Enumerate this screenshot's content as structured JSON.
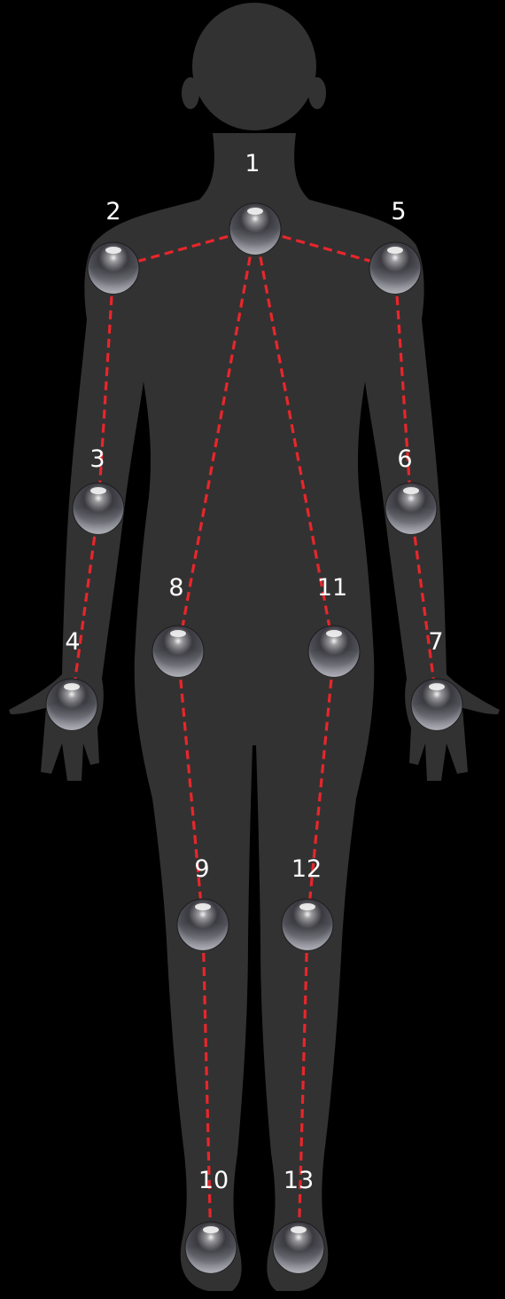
{
  "colors": {
    "background": "#000000",
    "silhouette": "#323232",
    "bone_line": "#e8262b",
    "label": "#ffffff"
  },
  "joints": [
    {
      "id": 1,
      "label": "1"
    },
    {
      "id": 2,
      "label": "2"
    },
    {
      "id": 3,
      "label": "3"
    },
    {
      "id": 4,
      "label": "4"
    },
    {
      "id": 5,
      "label": "5"
    },
    {
      "id": 6,
      "label": "6"
    },
    {
      "id": 7,
      "label": "7"
    },
    {
      "id": 8,
      "label": "8"
    },
    {
      "id": 9,
      "label": "9"
    },
    {
      "id": 10,
      "label": "10"
    },
    {
      "id": 11,
      "label": "11"
    },
    {
      "id": 12,
      "label": "12"
    },
    {
      "id": 13,
      "label": "13"
    }
  ],
  "connections": [
    [
      1,
      2
    ],
    [
      2,
      3
    ],
    [
      3,
      4
    ],
    [
      1,
      5
    ],
    [
      5,
      6
    ],
    [
      6,
      7
    ],
    [
      1,
      8
    ],
    [
      8,
      9
    ],
    [
      9,
      10
    ],
    [
      1,
      11
    ],
    [
      11,
      12
    ],
    [
      12,
      13
    ]
  ]
}
